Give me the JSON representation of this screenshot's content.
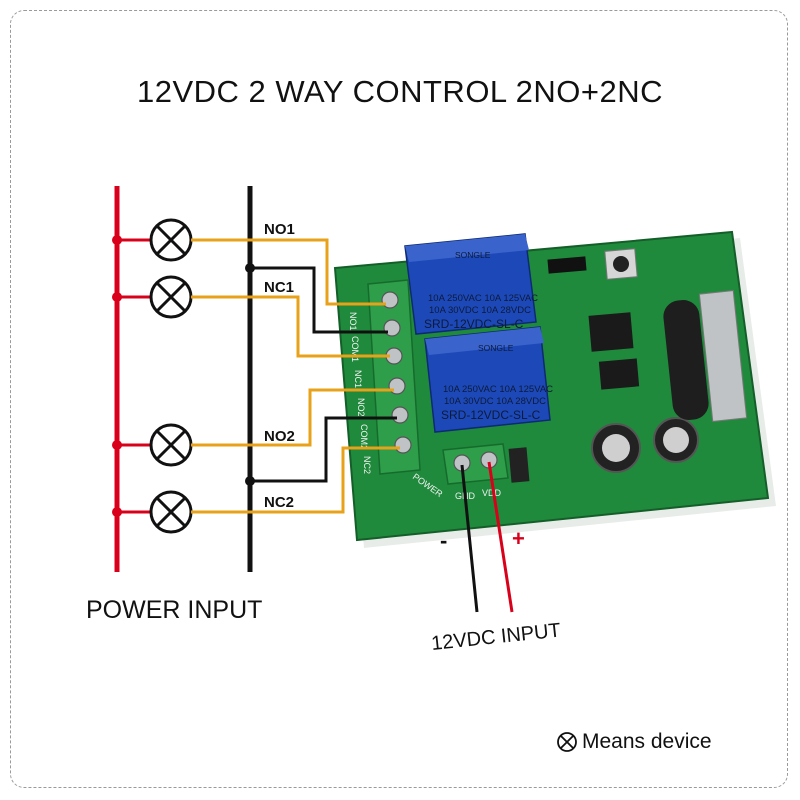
{
  "title": "12VDC 2 WAY CONTROL 2NO+2NC",
  "power_input_label": "POWER INPUT",
  "dc_input_label": "12VDC INPUT",
  "legend_text": "Means device",
  "wire_labels": {
    "no1": "NO1",
    "nc1": "NC1",
    "no2": "NO2",
    "nc2": "NC2"
  },
  "polarity": {
    "negative": "-",
    "positive": "+"
  },
  "terminal_labels": [
    "NO1",
    "COM1",
    "NC1",
    "NO2",
    "COM2",
    "NC2"
  ],
  "power_terminal_labels": {
    "gnd": "GND",
    "vdd": "VDD",
    "board_power": "POWER"
  },
  "relay": {
    "brand": "SONGLE",
    "rating_line1": "10A 250VAC  10A 125VAC",
    "rating_line2": "10A  30VDC  10A  28VDC",
    "model": "SRD-12VDC-SL-C"
  },
  "colors": {
    "live_wire": "#d8001a",
    "neutral_wire": "#111111",
    "load_wire": "#e8a21a",
    "pcb_green": "#1f8a3c",
    "relay_blue": "#1d49b8",
    "terminal_green": "#2e9e4a"
  }
}
